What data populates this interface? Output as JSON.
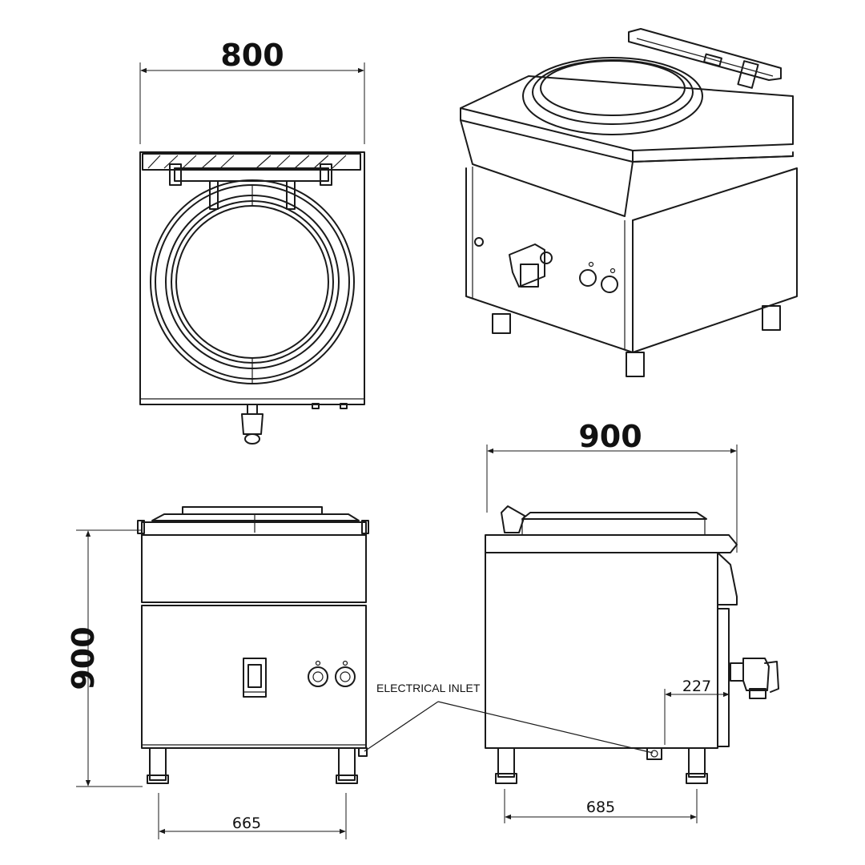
{
  "dimensions": {
    "top_width": "800",
    "height": "900",
    "side_depth": "900",
    "front_feet_span": "665",
    "side_feet_span": "685",
    "side_offset": "227"
  },
  "callouts": {
    "electrical_inlet": "ELECTRICAL INLET"
  }
}
